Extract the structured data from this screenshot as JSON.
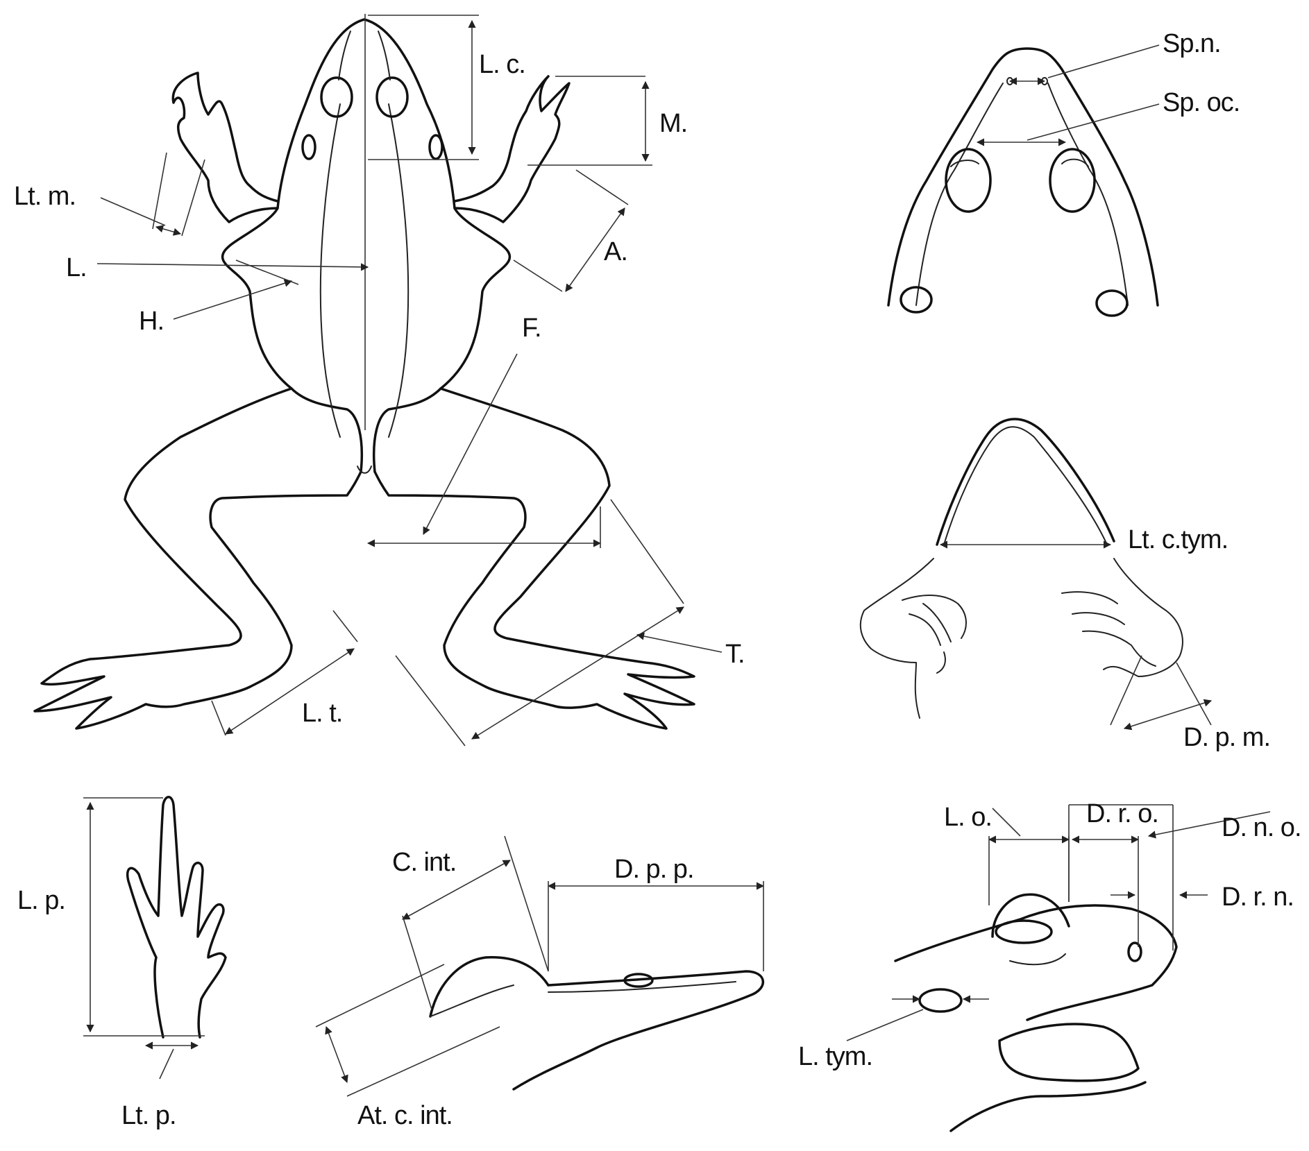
{
  "labels": {
    "lc": "L. c.",
    "m": "M.",
    "ltm": "Lt. m.",
    "l": "L.",
    "a": "A.",
    "h": "H.",
    "f": "F.",
    "t": "T.",
    "lt": "L. t.",
    "spn": "Sp.n.",
    "spoc": "Sp. oc.",
    "ltctym": "Lt. c.tym.",
    "dpm": "D. p. m.",
    "lp": "L. p.",
    "ltp": "Lt. p.",
    "cint": "C. int.",
    "dpp": "D. p. p.",
    "atcint": "At. c. int.",
    "lo": "L. o.",
    "dro": "D. r. o.",
    "dno": "D. n. o.",
    "drn": "D. r. n.",
    "ltym": "L. tym."
  },
  "colors": {
    "ink": "#111111",
    "background": "#ffffff"
  }
}
